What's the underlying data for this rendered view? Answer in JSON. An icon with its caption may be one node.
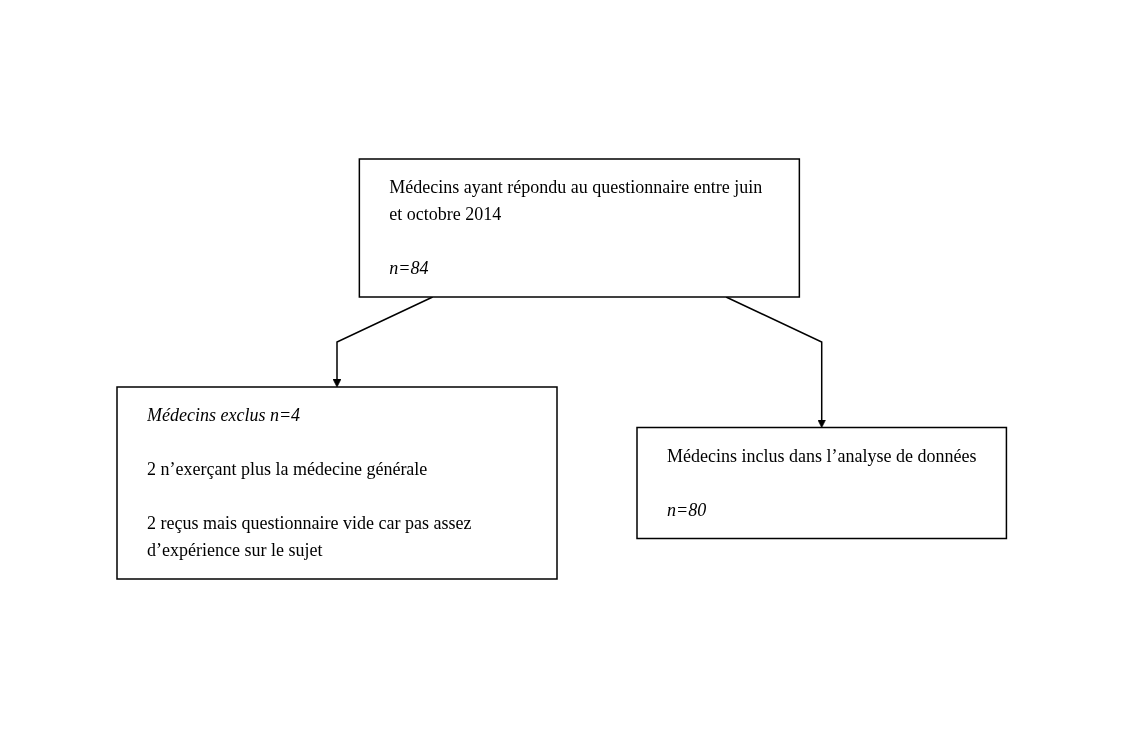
{
  "diagram": {
    "nodes": [
      {
        "text": [
          "Médecins ayant répondu au questionnaire entre juin et octobre 2014",
          "n=84"
        ]
      },
      {
        "text": [
          "Médecins exclus n=4",
          "2 n’exerçant plus la médecine générale",
          "2 reçus mais questionnaire vide car pas assez d’expérience sur le sujet"
        ]
      },
      {
        "text": [
          "Médecins inclus dans l’analyse de données",
          "n=80"
        ]
      }
    ],
    "edges": [
      {
        "from": 0,
        "to": 1,
        "arrow": "to"
      },
      {
        "from": 0,
        "to": 2,
        "arrow": "to"
      }
    ]
  }
}
